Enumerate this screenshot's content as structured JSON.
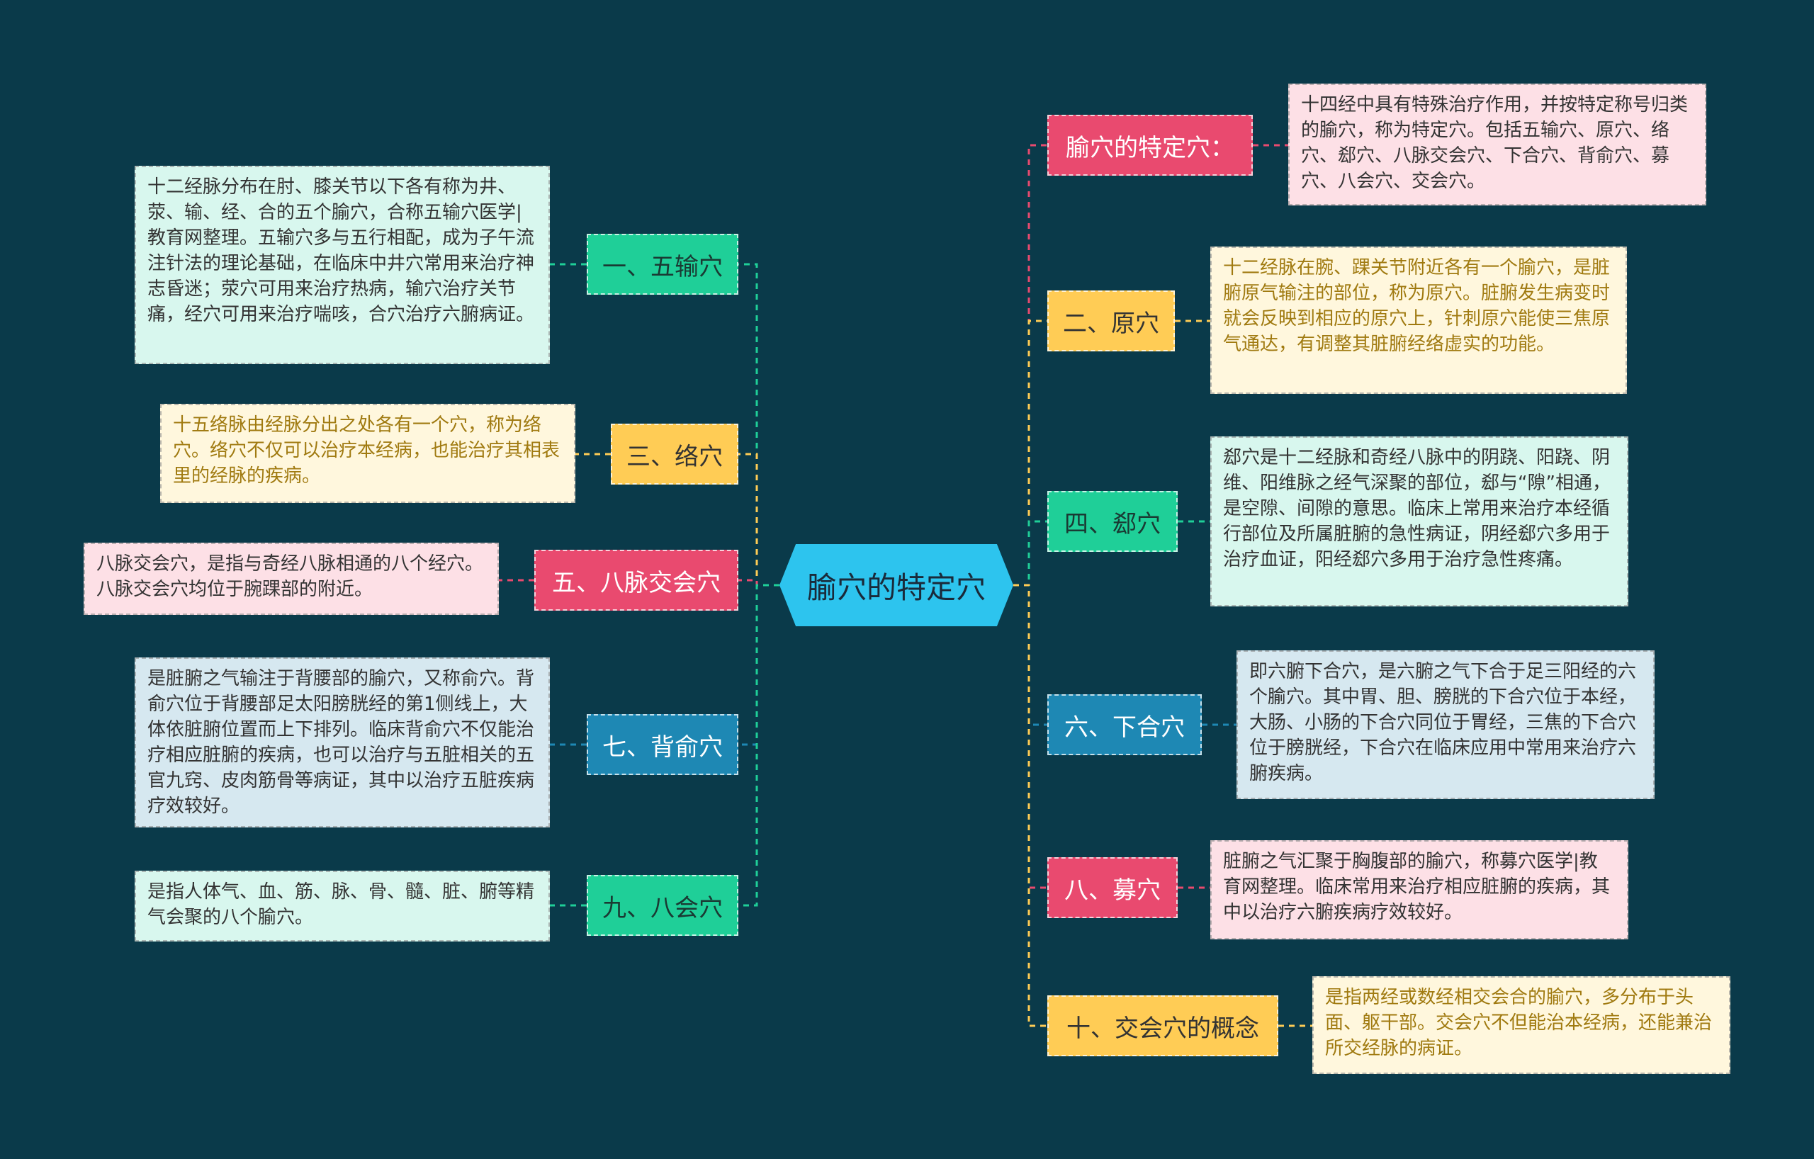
{
  "center": {
    "label": "腧穴的特定穴"
  },
  "branches": [
    {
      "label": "腧穴的特定穴：",
      "color": "red",
      "text": "十四经中具有特殊治疗作用，并按特定称号归类的腧穴，称为特定穴。包括五输穴、原穴、络穴、郄穴、八脉交会穴、下合穴、背俞穴、募穴、八会穴、交会穴。"
    },
    {
      "label": "二、原穴",
      "color": "yellow",
      "text": "十二经脉在腕、踝关节附近各有一个腧穴，是脏腑原气输注的部位，称为原穴。脏腑发生病变时就会反映到相应的原穴上，针刺原穴能使三焦原气通达，有调整其脏腑经络虚实的功能。"
    },
    {
      "label": "四、郄穴",
      "color": "green",
      "text": "郄穴是十二经脉和奇经八脉中的阴跷、阳跷、阴维、阳维脉之经气深聚的部位，郄与“隙”相通，是空隙、间隙的意思。临床上常用来治疗本经循行部位及所属脏腑的急性病证，阴经郄穴多用于治疗血证，阳经郄穴多用于治疗急性疼痛。"
    },
    {
      "label": "六、下合穴",
      "color": "blue",
      "text": "即六腑下合穴，是六腑之气下合于足三阳经的六个腧穴。其中胃、胆、膀胱的下合穴位于本经，大肠、小肠的下合穴同位于胃经，三焦的下合穴位于膀胱经，下合穴在临床应用中常用来治疗六腑疾病。"
    },
    {
      "label": "八、募穴",
      "color": "red",
      "text": "脏腑之气汇聚于胸腹部的腧穴，称募穴医学|教育网整理。临床常用来治疗相应脏腑的疾病，其中以治疗六腑疾病疗效较好。"
    },
    {
      "label": "十、交会穴的概念",
      "color": "yellow",
      "text": "是指两经或数经相交会合的腧穴，多分布于头面、躯干部。交会穴不但能治本经病，还能兼治所交经脉的病证。"
    },
    {
      "label": "一、五输穴",
      "color": "green",
      "text": "十二经脉分布在肘、膝关节以下各有称为井、荥、输、经、合的五个腧穴，合称五输穴医学|教育网整理。五输穴多与五行相配，成为子午流注针法的理论基础，在临床中井穴常用来治疗神志昏迷；荥穴可用来治疗热病，输穴治疗关节痛，经穴可用来治疗喘咳，合穴治疗六腑病证。"
    },
    {
      "label": "三、络穴",
      "color": "yellow",
      "text": "十五络脉由经脉分出之处各有一个穴，称为络穴。络穴不仅可以治疗本经病，也能治疗其相表里的经脉的疾病。"
    },
    {
      "label": "五、八脉交会穴",
      "color": "red",
      "text": "八脉交会穴，是指与奇经八脉相通的八个经穴。八脉交会穴均位于腕踝部的附近。"
    },
    {
      "label": "七、背俞穴",
      "color": "blue",
      "text": "是脏腑之气输注于背腰部的腧穴，又称俞穴。背俞穴位于背腰部足太阳膀胱经的第1侧线上，大体依脏腑位置而上下排列。临床背俞穴不仅能治疗相应脏腑的疾病，也可以治疗与五脏相关的五官九窍、皮肉筋骨等病证，其中以治疗五脏疾病疗效较好。"
    },
    {
      "label": "九、八会穴",
      "color": "green",
      "text": "是指人体气、血、筋、脉、骨、髓、脏、腑等精气会聚的八个腧穴。"
    }
  ]
}
